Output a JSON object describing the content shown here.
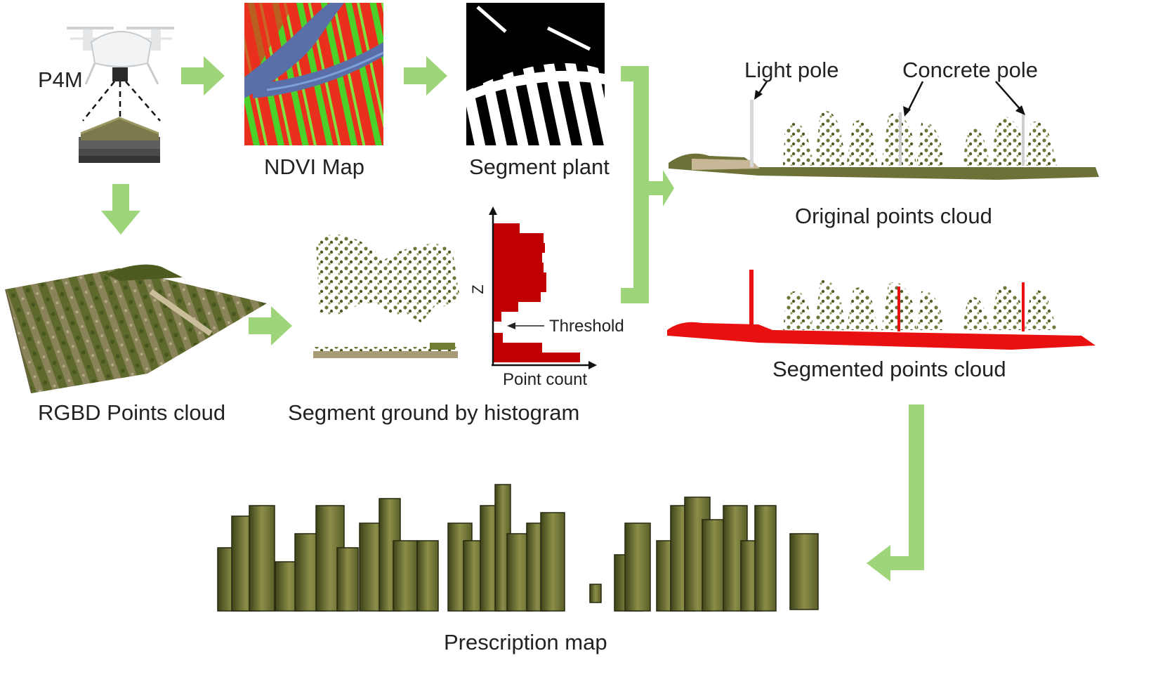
{
  "labels": {
    "drone": "P4M",
    "ndvi": "NDVI Map",
    "segment_plant": "Segment plant",
    "rgbd": "RGBD Points cloud",
    "segment_ground": "Segment ground by histogram",
    "original_cloud": "Original points cloud",
    "segmented_cloud": "Segmented points cloud",
    "prescription": "Prescription map",
    "light_pole": "Light pole",
    "concrete_pole": "Concrete pole"
  },
  "histogram": {
    "axis_y": "Z",
    "axis_x": "Point count",
    "threshold": "Threshold"
  },
  "colors": {
    "arrow": "#9fd57a",
    "ndvi_red": "#e8301c",
    "ndvi_green": "#4cd12a",
    "ndvi_blue": "#5a6fa8",
    "hist_bar": "#c00000",
    "ground_red": "#e81010",
    "plant_green": "#6f7d35",
    "soil": "#a99a78"
  }
}
